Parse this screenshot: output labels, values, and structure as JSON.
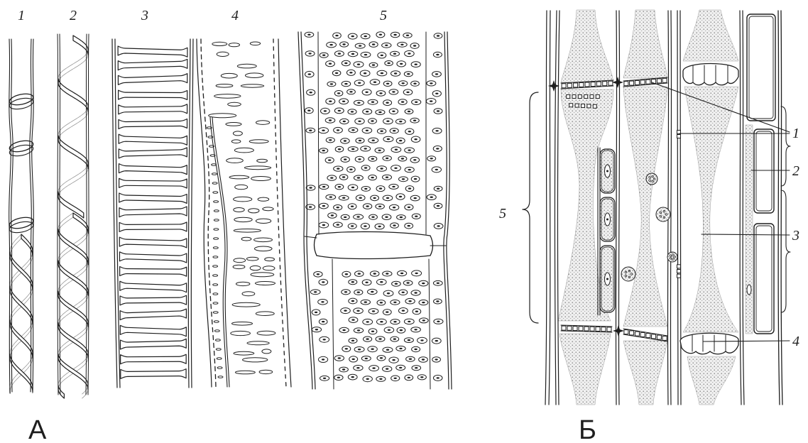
{
  "figure": {
    "panel_a": {
      "letter": "А",
      "vessel_labels": [
        "1",
        "2",
        "3",
        "4",
        "5"
      ]
    },
    "panel_b": {
      "letter": "Б",
      "callouts": [
        "1",
        "2",
        "3",
        "4",
        "5"
      ]
    }
  },
  "colors": {
    "ink": "#1e1e1e",
    "background": "#ffffff",
    "stipple": "#6b6b6b",
    "back_strand": "#8a8a8a"
  }
}
